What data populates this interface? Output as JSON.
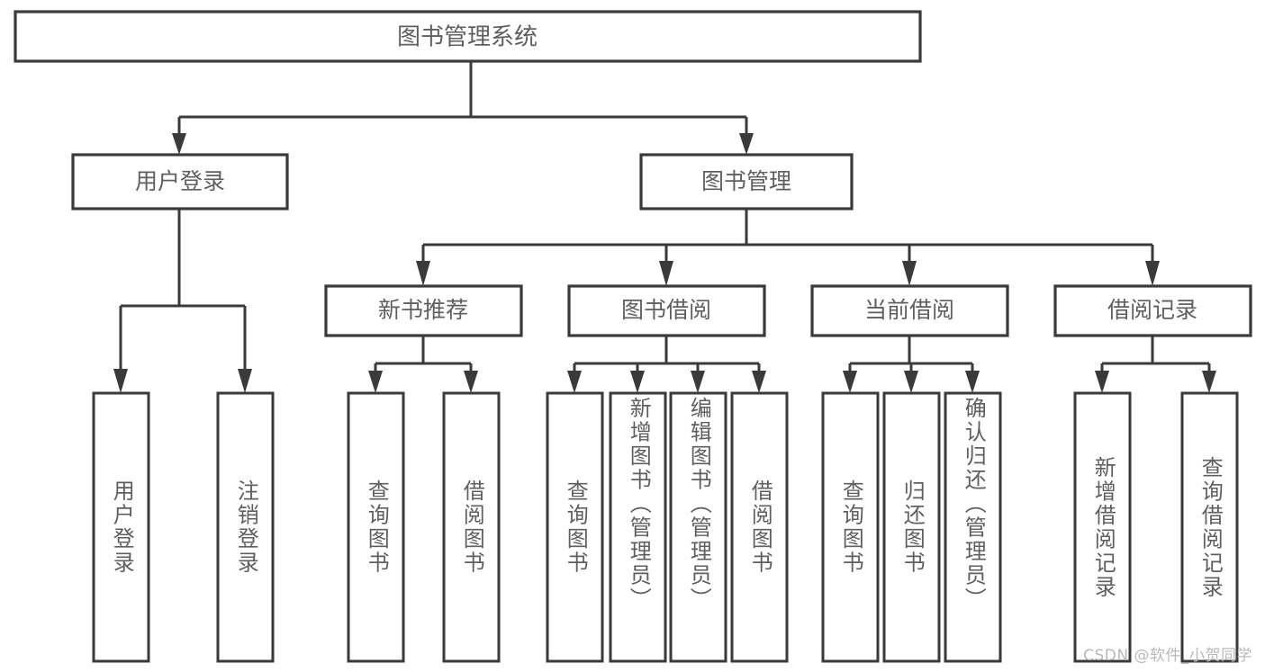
{
  "diagram": {
    "type": "tree",
    "title": "图书管理系统",
    "orientation": "top-down",
    "colors": {
      "box_stroke": "#3a3a3a",
      "box_fill": "#ffffff",
      "text": "#5f5f5f",
      "connector": "#3a3a3a",
      "watermark": "#b9b9b9",
      "background": "#ffffff"
    },
    "root": {
      "label": "图书管理系统"
    },
    "level2": [
      {
        "label": "用户登录"
      },
      {
        "label": "图书管理"
      }
    ],
    "level3": [
      {
        "label": "新书推荐"
      },
      {
        "label": "图书借阅"
      },
      {
        "label": "当前借阅"
      },
      {
        "label": "借阅记录"
      }
    ],
    "leaves": {
      "user_login": [
        {
          "label": "用户登录"
        },
        {
          "label": "注销登录"
        }
      ],
      "new_book": [
        {
          "label": "查询图书"
        },
        {
          "label": "借阅图书"
        }
      ],
      "book_borrow": [
        {
          "label": "查询图书"
        },
        {
          "label": "新增图书（管理员）"
        },
        {
          "label": "编辑图书（管理员）"
        },
        {
          "label": "借阅图书"
        }
      ],
      "current_borrow": [
        {
          "label": "查询图书"
        },
        {
          "label": "归还图书"
        },
        {
          "label": "确认归还（管理员）"
        }
      ],
      "borrow_record": [
        {
          "label": "新增借阅记录"
        },
        {
          "label": "查询借阅记录"
        }
      ]
    }
  },
  "watermark": {
    "text": "CSDN @软件_小贺同学"
  }
}
